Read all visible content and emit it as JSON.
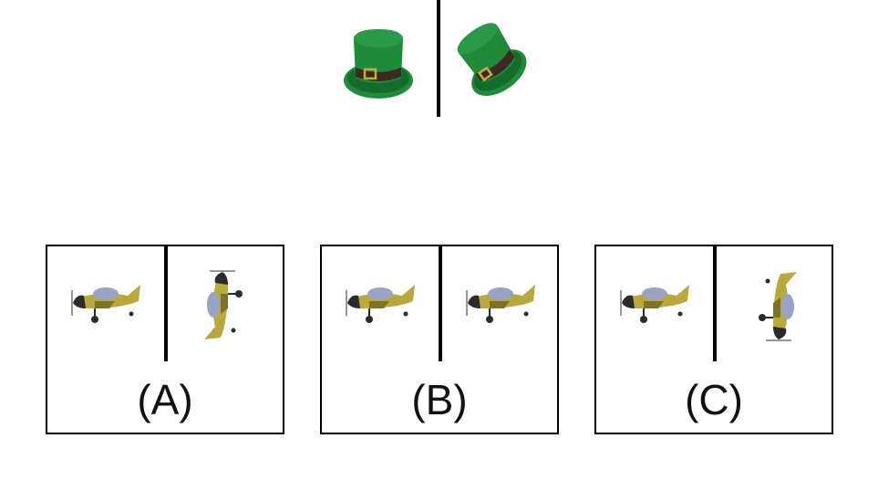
{
  "prompt": {
    "left_object_icon": "green-top-hat-icon",
    "right_object_icon": "green-top-hat-rotated-icon"
  },
  "options": [
    {
      "label": "(A)",
      "left_icon": "yellow-airplane-icon",
      "right_icon": "yellow-airplane-rotated-icon"
    },
    {
      "label": "(B)",
      "left_icon": "yellow-airplane-icon",
      "right_icon": "yellow-airplane-mirrored-icon"
    },
    {
      "label": "(C)",
      "left_icon": "yellow-airplane-icon",
      "right_icon": "yellow-airplane-rotated-icon"
    }
  ],
  "colors": {
    "hat_green": "#1f8a3a",
    "hat_dark_green": "#146b2a",
    "hat_band": "#3a2a22",
    "buckle": "#c9a844",
    "plane_body": "#b8a83e",
    "plane_dark": "#7e7128",
    "plane_window": "#9aa3c4",
    "plane_nose": "#2b2b2b",
    "line": "#000000"
  }
}
